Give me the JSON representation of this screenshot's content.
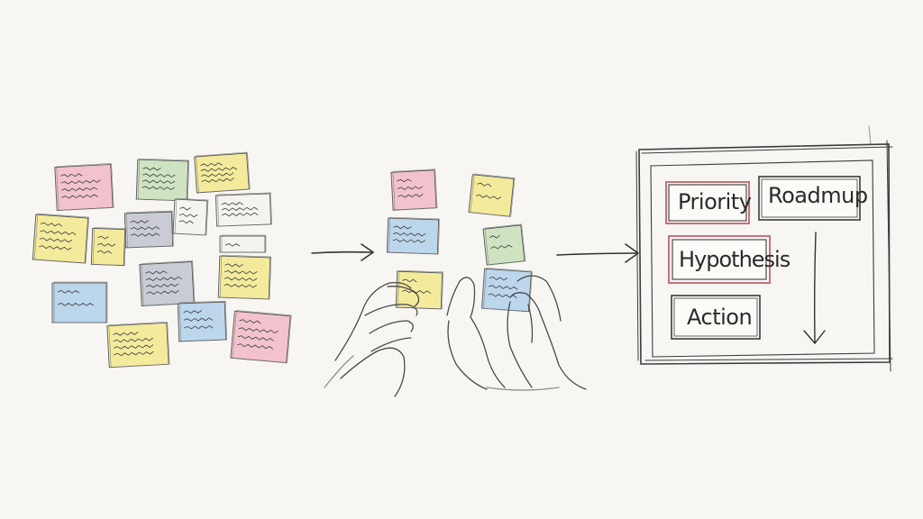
{
  "palette": {
    "paper": "#f7f6f2",
    "ink": "#3a3a3a",
    "note_pink": "#f2c3cc",
    "note_green": "#cfe3c2",
    "note_yellow": "#f3ea9c",
    "note_blue": "#bcd6ec",
    "note_grey": "#c9ccd4",
    "note_white": "#f4f3ee",
    "frame_pink": "#c9707a"
  },
  "board": {
    "cards": [
      {
        "label": "Priority",
        "accent": "pink"
      },
      {
        "label": "Roadmup",
        "accent": "none"
      },
      {
        "label": "Hypothesis",
        "accent": "pink"
      },
      {
        "label": "Action",
        "accent": "none"
      }
    ]
  }
}
